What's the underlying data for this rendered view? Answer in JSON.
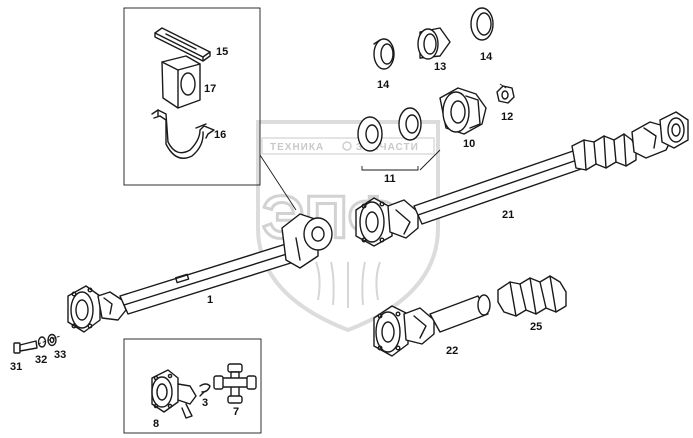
{
  "watermark": {
    "left_word": "ТЕХНИКА",
    "right_word": "ЗАПЧАСТИ",
    "monogram": "ЭПФ"
  },
  "callouts": {
    "p1": "1",
    "p3": "3",
    "p7": "7",
    "p8": "8",
    "p10": "10",
    "p11": "11",
    "p12": "12",
    "p13": "13",
    "p14a": "14",
    "p14b": "14",
    "p15": "15",
    "p16": "16",
    "p17": "17",
    "p21": "21",
    "p22": "22",
    "p25": "25",
    "p31": "31",
    "p32": "32",
    "p33": "33"
  },
  "colors": {
    "line": "#1a1a1a",
    "watermark": "#d2d2d2"
  }
}
